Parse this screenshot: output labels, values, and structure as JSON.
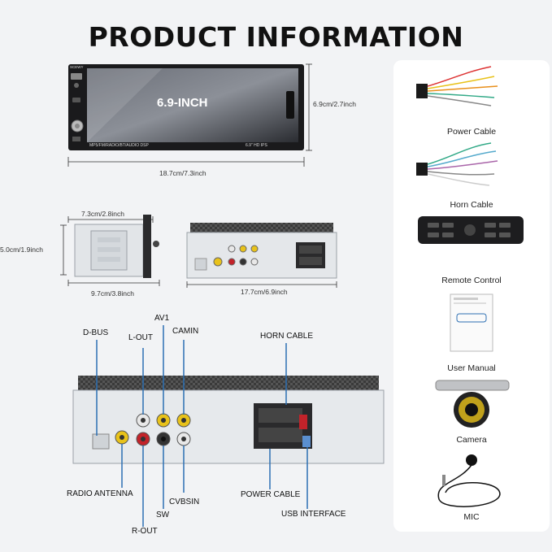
{
  "title": "PRODUCT INFORMATION",
  "front": {
    "screen_text": "6.9-INCH",
    "brand": "SCEWY",
    "bottom_left": "MP5/FM/RADIO/BT/AUDIO DSP",
    "bottom_right": "6.9\" HD IPS",
    "height_dim": "6.9cm/2.7inch",
    "width_dim": "18.7cm/7.3inch"
  },
  "side": {
    "top_dim": "7.3cm/2.8inch",
    "left_dim": "5.0cm/1.9inch",
    "bottom_dim": "9.7cm/3.8inch"
  },
  "rear_small": {
    "bottom_dim": "17.7cm/6.9inch"
  },
  "ports": {
    "av1": "AV1",
    "d_bus": "D-BUS",
    "l_out": "L-OUT",
    "camin": "CAMIN",
    "horn_cable": "HORN CABLE",
    "radio_antenna": "RADIO ANTENNA",
    "r_out": "R-OUT",
    "sw": "SW",
    "cvbsin": "CVBSIN",
    "power_cable": "POWER CABLE",
    "usb_interface": "USB INTERFACE"
  },
  "accessories": [
    {
      "label": "Power Cable",
      "icon": "power-cable-icon"
    },
    {
      "label": "Horn Cable",
      "icon": "horn-cable-icon"
    },
    {
      "label": "Remote Control",
      "icon": "remote-control-icon"
    },
    {
      "label": "User Manual",
      "icon": "user-manual-icon"
    },
    {
      "label": "Camera",
      "icon": "camera-icon"
    },
    {
      "label": "MIC",
      "icon": "mic-icon"
    }
  ],
  "colors": {
    "background": "#f2f3f5",
    "panel": "#ffffff",
    "rca_yellow": "#e8c21a",
    "rca_red": "#c2232a",
    "rca_white": "#e8e8e8",
    "unit_body": "#dde0e3",
    "line": "#2c6fb3"
  }
}
